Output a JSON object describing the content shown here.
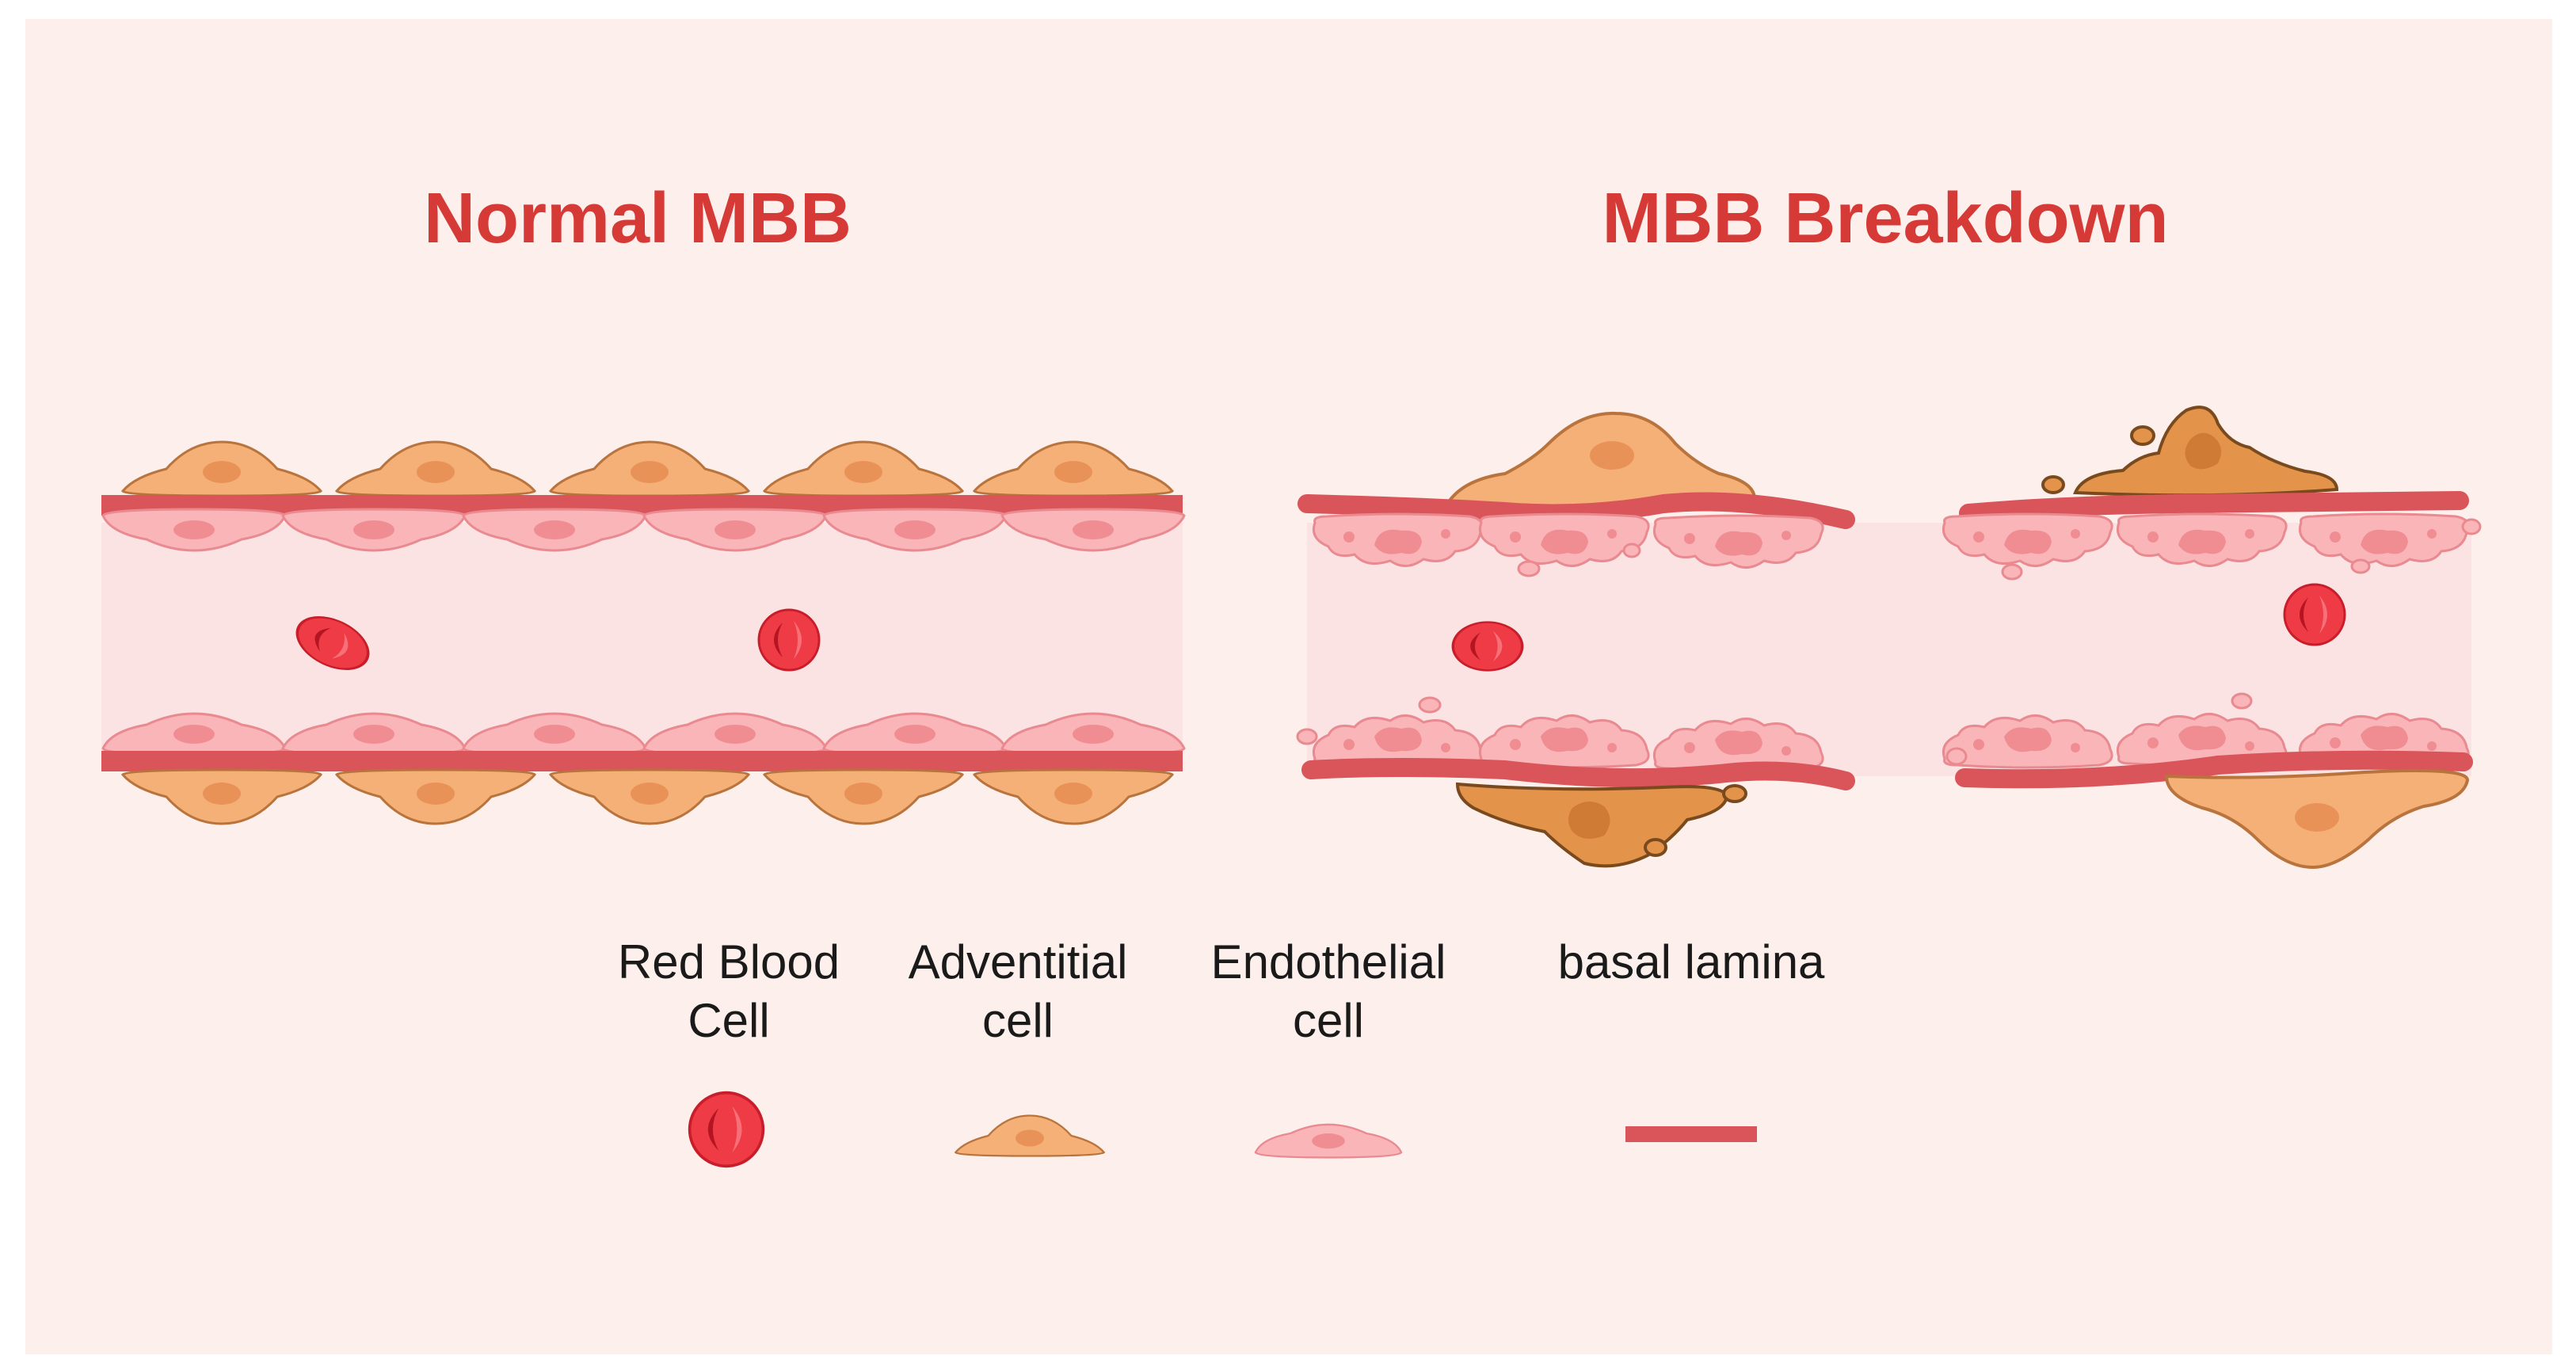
{
  "panels": {
    "normal_title": "Normal MBB",
    "breakdown_title": "MBB Breakdown"
  },
  "legend": {
    "red_blood_cell": {
      "line1": "Red Blood",
      "line2": "Cell"
    },
    "adventitial_cell": {
      "line1": "Adventitial",
      "line2": "cell"
    },
    "endothelial_cell": {
      "line1": "Endothelial",
      "line2": "cell"
    },
    "basal_lamina": {
      "line1": "basal lamina",
      "line2": ""
    }
  },
  "colors": {
    "background": "#fdefec",
    "basal_lamina": "#d9555a",
    "endothelial_fill": "#f9b5b8",
    "endothelial_edge": "#e98a90",
    "endothelial_nucleus": "#f08d93",
    "adventitial_fill": "#f4b077",
    "adventitial_edge": "#b9733d",
    "adventitial_nucleus": "#e99257",
    "damaged_adventitial_fill": "#e3934a",
    "damaged_adventitial_edge": "#7a4a1f",
    "rbc_fill": "#ee3b45",
    "rbc_inner": "#c81d2a",
    "lumen": "#fbe3e3",
    "title": "#d63a36"
  }
}
